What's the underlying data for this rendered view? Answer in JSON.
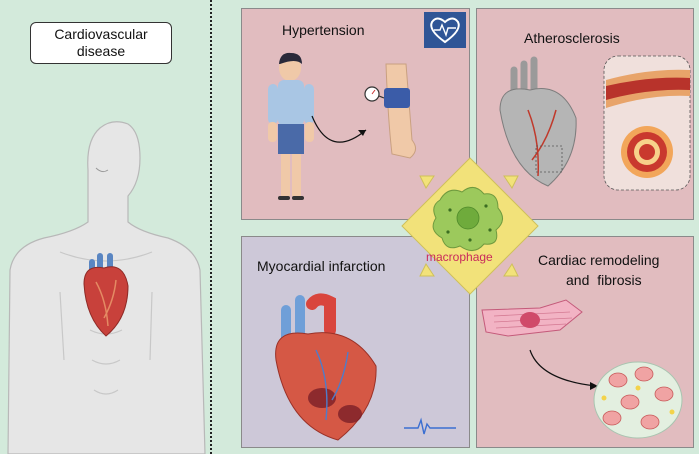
{
  "title": "Cardiovascular disease",
  "panels": {
    "hypertension": "Hypertension",
    "atherosclerosis": "Atherosclerosis",
    "myocardial_infarction": "Myocardial infarction",
    "remodeling_line1": "Cardiac remodeling",
    "remodeling_line2": "and fibrosis"
  },
  "center": "macrophage",
  "colors": {
    "left_bg": "#d3eadb",
    "red_panel": "#e1bcbf",
    "purple_panel": "#cdc8d8",
    "macrophage": "#9cc95c",
    "arrow": "#f2e27a",
    "label_pink": "#c92a5c"
  },
  "icons": [
    "heart-monitor-icon",
    "blood-pressure-cuff-icon",
    "ecg-wave-icon"
  ]
}
